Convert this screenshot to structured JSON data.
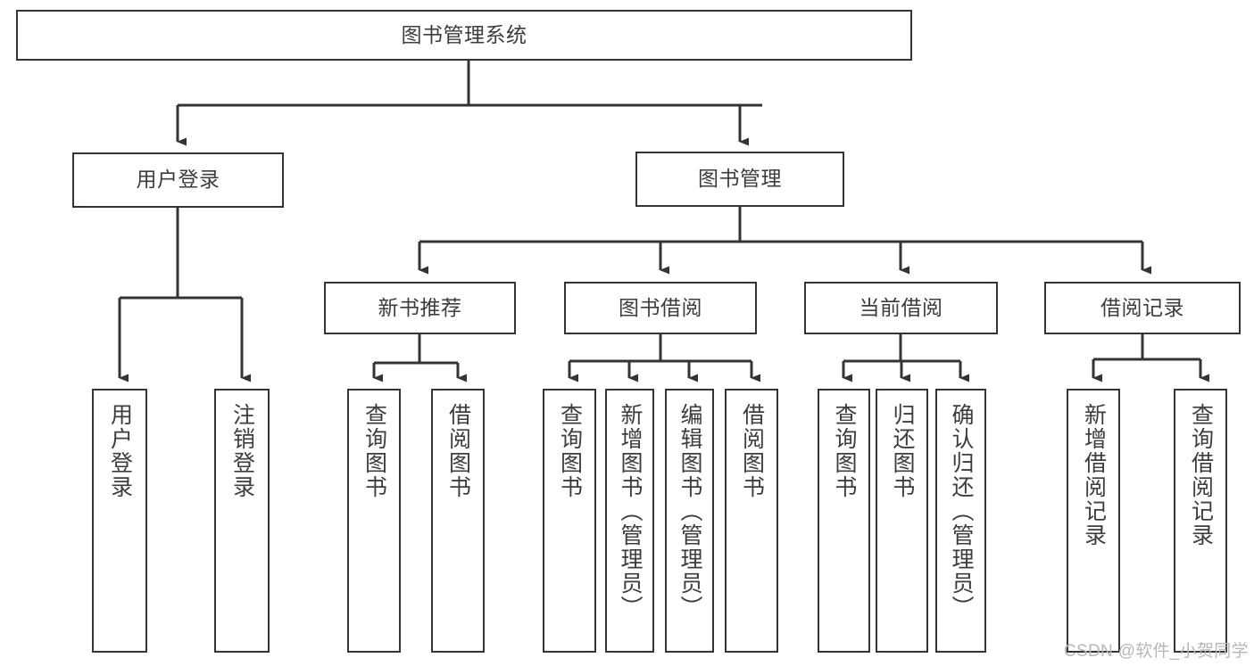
{
  "diagram": {
    "title": "图书管理系统",
    "type": "hierarchy-tree",
    "stroke_color": "#33343a",
    "text_color": "#3d3d3d",
    "background_color": "#ffffff",
    "root": {
      "id": "root",
      "label": "图书管理系统"
    },
    "level2": [
      {
        "id": "user-login",
        "label": "用户登录"
      },
      {
        "id": "book-manage",
        "label": "图书管理"
      }
    ],
    "level3": [
      {
        "id": "new-book-recommend",
        "label": "新书推荐",
        "parent": "book-manage"
      },
      {
        "id": "book-borrow",
        "label": "图书借阅",
        "parent": "book-manage"
      },
      {
        "id": "current-borrow",
        "label": "当前借阅",
        "parent": "book-manage"
      },
      {
        "id": "borrow-record",
        "label": "借阅记录",
        "parent": "book-manage"
      }
    ],
    "leaves": [
      {
        "id": "leaf-user-login",
        "label": "用户登录",
        "parent": "user-login"
      },
      {
        "id": "leaf-user-logout",
        "label": "注销登录",
        "parent": "user-login"
      },
      {
        "id": "leaf-query-book-1",
        "label": "查询图书",
        "parent": "new-book-recommend"
      },
      {
        "id": "leaf-borrow-book-1",
        "label": "借阅图书",
        "parent": "new-book-recommend"
      },
      {
        "id": "leaf-query-book-2",
        "label": "查询图书",
        "parent": "book-borrow"
      },
      {
        "id": "leaf-add-book",
        "label": "新增图书（管理员）",
        "parent": "book-borrow"
      },
      {
        "id": "leaf-edit-book",
        "label": "编辑图书（管理员）",
        "parent": "book-borrow"
      },
      {
        "id": "leaf-borrow-book-2",
        "label": "借阅图书",
        "parent": "book-borrow"
      },
      {
        "id": "leaf-query-book-3",
        "label": "查询图书",
        "parent": "current-borrow"
      },
      {
        "id": "leaf-return-book",
        "label": "归还图书",
        "parent": "current-borrow"
      },
      {
        "id": "leaf-confirm-return",
        "label": "确认归还（管理员）",
        "parent": "current-borrow"
      },
      {
        "id": "leaf-add-record",
        "label": "新增借阅记录",
        "parent": "borrow-record"
      },
      {
        "id": "leaf-query-record",
        "label": "查询借阅记录",
        "parent": "borrow-record"
      }
    ],
    "watermark": "CSDN @软件_小贺同学"
  }
}
